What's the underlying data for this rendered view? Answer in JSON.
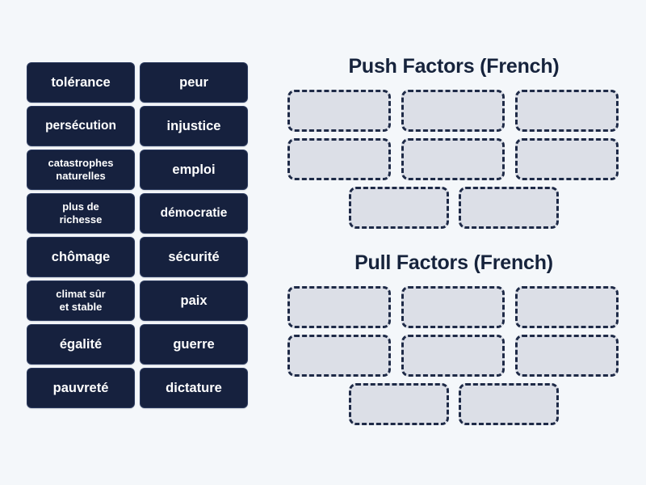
{
  "activity": {
    "type": "group-sort",
    "background_color": "#f4f7fa"
  },
  "colors": {
    "tile_background": "#16213e",
    "tile_text": "#ffffff",
    "dropzone_fill": "#dcdfe7",
    "dropzone_border": "#1e2a47",
    "heading_text": "#16233c",
    "page_background": "#f4f7fa"
  },
  "tiles": [
    {
      "label": "tolérance",
      "lines": 1
    },
    {
      "label": "peur",
      "lines": 1
    },
    {
      "label": "persécution",
      "lines": 1
    },
    {
      "label": "injustice",
      "lines": 1
    },
    {
      "label": "catastrophes\nnaturelles",
      "lines": 2
    },
    {
      "label": "emploi",
      "lines": 1
    },
    {
      "label": "plus de\nrichesse",
      "lines": 2
    },
    {
      "label": "démocratie",
      "lines": 1
    },
    {
      "label": "chômage",
      "lines": 1
    },
    {
      "label": "sécurité",
      "lines": 1
    },
    {
      "label": "climat sûr\net stable",
      "lines": 2
    },
    {
      "label": "paix",
      "lines": 1
    },
    {
      "label": "égalité",
      "lines": 1
    },
    {
      "label": "guerre",
      "lines": 1
    },
    {
      "label": "pauvreté",
      "lines": 1
    },
    {
      "label": "dictature",
      "lines": 1
    }
  ],
  "groups": [
    {
      "title": "Push Factors (French)",
      "rows": [
        {
          "count": 3,
          "centered": false
        },
        {
          "count": 3,
          "centered": false
        },
        {
          "count": 2,
          "centered": true
        }
      ],
      "total_slots": 8,
      "filled_slots": 0
    },
    {
      "title": "Pull Factors (French)",
      "rows": [
        {
          "count": 3,
          "centered": false
        },
        {
          "count": 3,
          "centered": false
        },
        {
          "count": 2,
          "centered": true
        }
      ],
      "total_slots": 8,
      "filled_slots": 0
    }
  ]
}
